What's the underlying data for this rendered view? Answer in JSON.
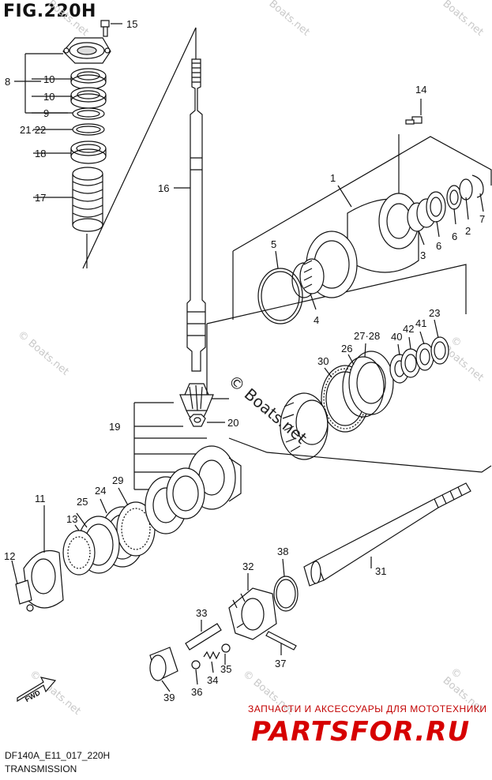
{
  "title": "FIG.220H",
  "footer": {
    "code": "DF140A_E11_017_220H",
    "name": "TRANSMISSION"
  },
  "watermark": "© Boats.net",
  "brand": {
    "subtitle": "ЗАПЧАСТИ И АКСЕССУАРЫ ДЛЯ МОТОТЕХНИКИ",
    "name": "PARTSFOR.RU"
  },
  "fwd_label": "FWD",
  "callouts": [
    "15",
    "8",
    "10",
    "10",
    "9",
    "21·22",
    "18",
    "17",
    "16",
    "14",
    "1",
    "7",
    "2",
    "6",
    "6",
    "3",
    "5",
    "4",
    "23",
    "41",
    "42",
    "40",
    "27·28",
    "26",
    "30",
    "20",
    "19",
    "11",
    "25",
    "24",
    "29",
    "13",
    "12",
    "31",
    "38",
    "32",
    "33",
    "37",
    "34",
    "35",
    "36",
    "39"
  ]
}
